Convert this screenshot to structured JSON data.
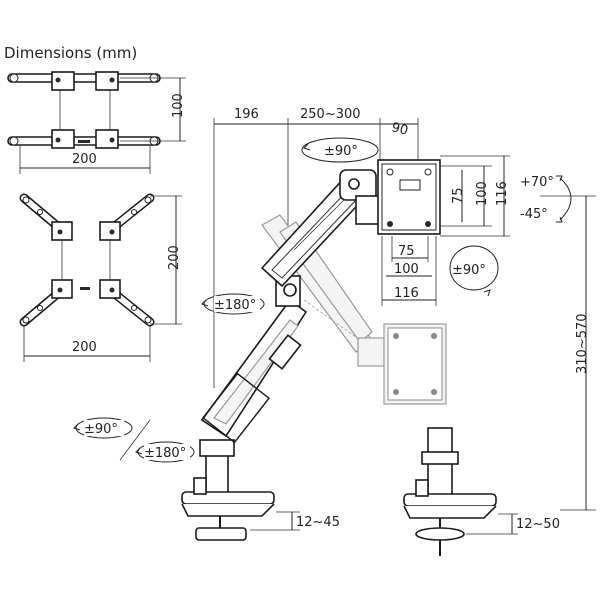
{
  "title": "Dimensions (mm)",
  "vesa_small": {
    "height": "100",
    "width": "200"
  },
  "vesa_large": {
    "height": "200",
    "width": "200"
  },
  "arm": {
    "reach_base": "196",
    "reach_arm": "250~300",
    "plate_depth": "90",
    "tilt_range": "±90°",
    "plate_widths": [
      "75",
      "100",
      "116"
    ],
    "plate_heights": [
      "75",
      "100",
      "116"
    ],
    "tilt_up": "+70°",
    "tilt_down": "-45°",
    "rotation": "±90°",
    "height_range": "310~570",
    "elbow_swivel": "±180°",
    "base_swivel_a": "±90°",
    "base_swivel_b": "±180°",
    "clamp_thickness": "12~45",
    "grommet_thickness": "12~50"
  }
}
